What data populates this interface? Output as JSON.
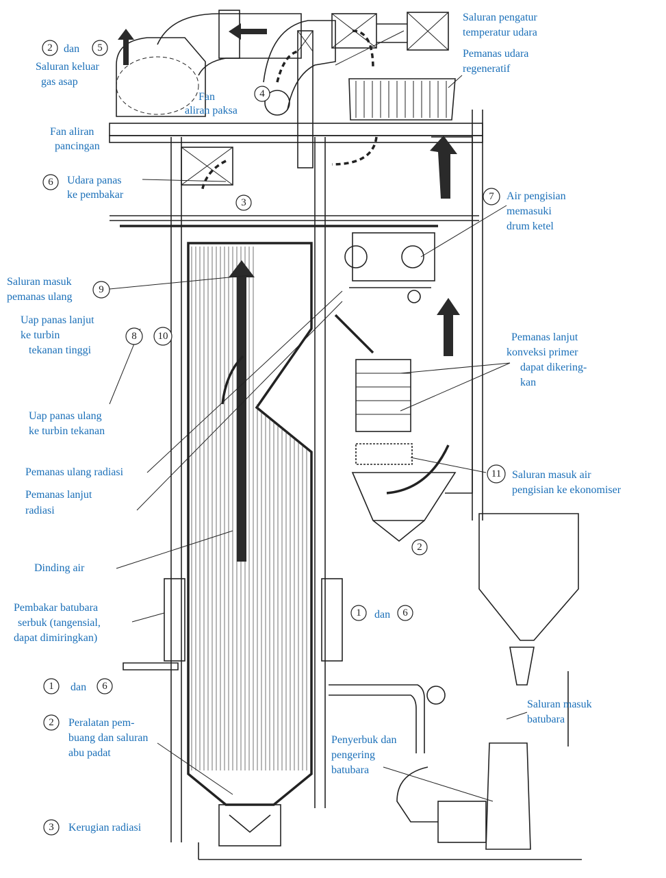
{
  "labels": {
    "exhaust_duct": [
      "Saluran keluar",
      "gas asap"
    ],
    "exhaust_refs": "dan",
    "induced_fan": [
      "Fan aliran",
      "pancingan"
    ],
    "forced_fan": [
      "Fan",
      "aliran paksa"
    ],
    "temp_duct": [
      "Saluran pengatur",
      "temperatur udara"
    ],
    "air_heater": [
      "Pemanas udara",
      "regeneratif"
    ],
    "hot_air": [
      "Udara panas",
      "ke pembakar"
    ],
    "feedwater_drum": [
      "Air pengisian",
      "memasuki",
      "drum ketel"
    ],
    "reheater_inlet": [
      "Saluran masuk",
      "pemanas ulang"
    ],
    "superheat_hp": [
      "Uap panas lanjut",
      "ke turbin",
      "tekanan tinggi"
    ],
    "convection_sh": [
      "Pemanas lanjut",
      "konveksi primer",
      "dapat dikering-",
      "kan"
    ],
    "reheat_turbine": [
      "Uap panas ulang",
      "ke turbin tekanan"
    ],
    "radiant_reheater": "Pemanas ulang radiasi",
    "radiant_sh": [
      "Pemanas lanjut",
      "radiasi"
    ],
    "economiser_inlet": [
      "Saluran masuk air",
      "pengisian ke ekonomiser"
    ],
    "water_wall": "Dinding air",
    "burner": [
      "Pembakar batubara",
      "serbuk (tangensial,",
      "dapat dimiringkan)"
    ],
    "burner_refs": "dan",
    "refs_1_6_left": "dan",
    "ash_equipment": [
      "Peralatan pem-",
      "buang dan saluran",
      "abu padat"
    ],
    "coal_inlet": [
      "Saluran masuk",
      "batubara"
    ],
    "pulverizer": [
      "Penyerbuk dan",
      "pengering",
      "batubara"
    ],
    "radiation_loss": "Kerugian radiasi"
  },
  "markers": {
    "m2_top": "2",
    "m5_top": "5",
    "m4": "4",
    "m3_top": "3",
    "m6_hot": "6",
    "m7": "7",
    "m9": "9",
    "m8": "8",
    "m10": "10",
    "m11": "11",
    "m2_hopper": "2",
    "m1_mid": "1",
    "m6_mid": "6",
    "m1_left": "1",
    "m6_left": "6",
    "m2_left": "2",
    "m3_left": "3"
  },
  "colors": {
    "label": "#1a6fb8",
    "line": "#222222"
  }
}
